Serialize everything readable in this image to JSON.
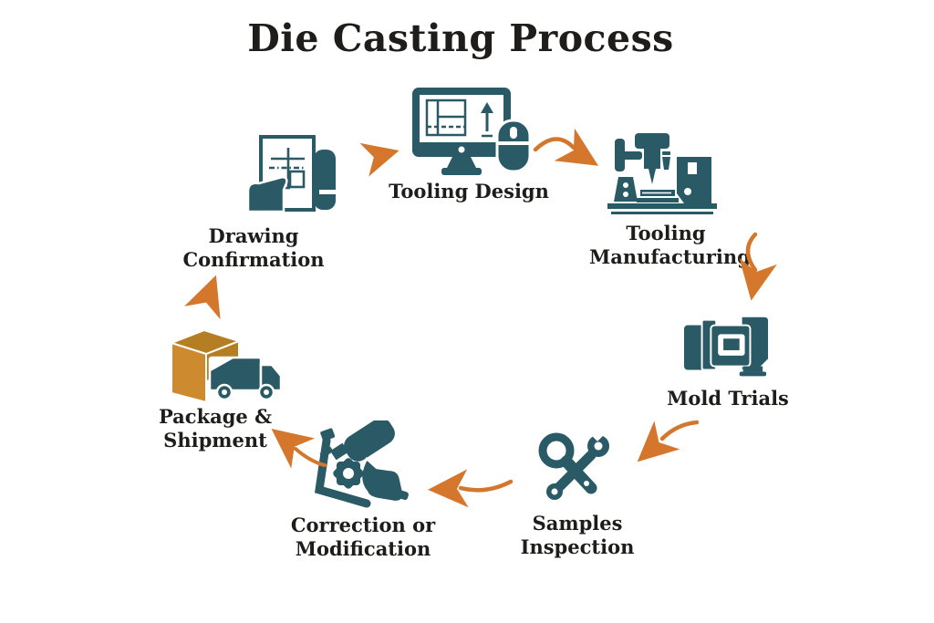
{
  "title": "Die Casting Process",
  "diagram_type": "circular-process-flow",
  "flow_direction": "clockwise",
  "steps": [
    {
      "label": "Drawing\nConfirmation",
      "icon": "hand-holding-drawing-icon"
    },
    {
      "label": "Tooling Design",
      "icon": "computer-with-mouse-icon"
    },
    {
      "label": "Tooling\nManufacturing",
      "icon": "milling-machine-icon"
    },
    {
      "label": "Mold Trials",
      "icon": "die-mold-icon"
    },
    {
      "label": "Samples\nInspection",
      "icon": "magnifier-wrench-icon"
    },
    {
      "label": "Correction or\nModification",
      "icon": "drill-gear-icon"
    },
    {
      "label": "Package &\nShipment",
      "icon": "box-truck-icon"
    }
  ],
  "arrows": [
    {
      "from": "Drawing Confirmation",
      "to": "Tooling Design"
    },
    {
      "from": "Tooling Design",
      "to": "Tooling Manufacturing"
    },
    {
      "from": "Tooling Manufacturing",
      "to": "Mold Trials"
    },
    {
      "from": "Mold Trials",
      "to": "Samples Inspection"
    },
    {
      "from": "Samples Inspection",
      "to": "Correction or Modification"
    },
    {
      "from": "Correction or Modification",
      "to": "Package & Shipment"
    },
    {
      "from": "Package & Shipment",
      "to": "Drawing Confirmation"
    }
  ],
  "colors": {
    "teal": "#2a5a66",
    "orange": "#d4772c",
    "box_top": "#b57e22",
    "box_front": "#cd8a2e",
    "text": "#1e1d1b",
    "background": "#ffffff"
  }
}
